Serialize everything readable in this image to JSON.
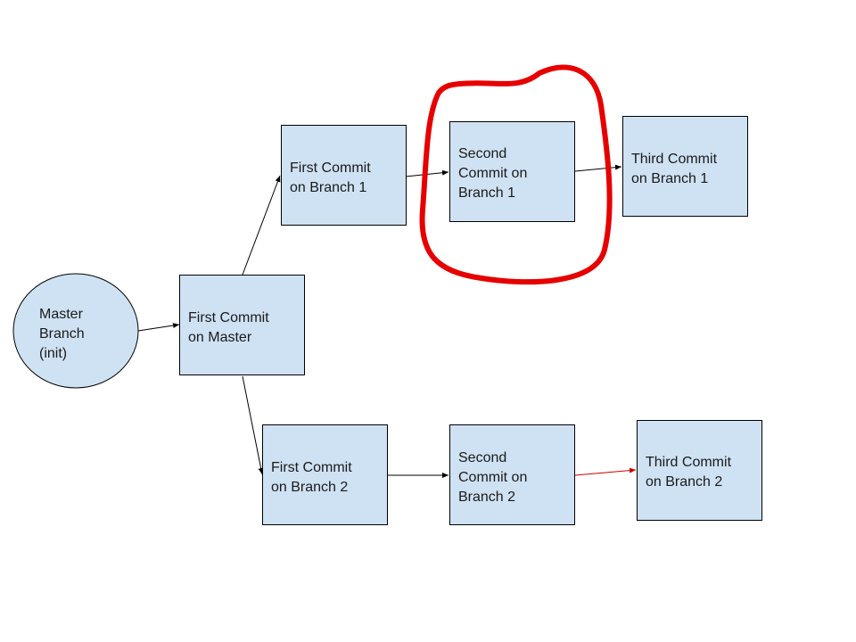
{
  "colors": {
    "node_fill": "#cfe2f3",
    "node_stroke": "#000000",
    "edge": "#000000",
    "edge_highlight": "#cc0000",
    "circle_highlight": "#e60000"
  },
  "nodes": {
    "master_init": {
      "lines": [
        "Master",
        "Branch",
        "(init)"
      ]
    },
    "first_master": {
      "lines": [
        "First Commit",
        "on Master"
      ]
    },
    "first_b1": {
      "lines": [
        "First Commit",
        "on Branch 1"
      ]
    },
    "second_b1": {
      "lines": [
        "Second",
        "Commit on",
        "Branch 1"
      ]
    },
    "third_b1": {
      "lines": [
        "Third Commit",
        "on Branch 1"
      ]
    },
    "first_b2": {
      "lines": [
        "First Commit",
        "on Branch 2"
      ]
    },
    "second_b2": {
      "lines": [
        "Second",
        "Commit on",
        "Branch 2"
      ]
    },
    "third_b2": {
      "lines": [
        "Third Commit",
        "on Branch 2"
      ]
    }
  }
}
